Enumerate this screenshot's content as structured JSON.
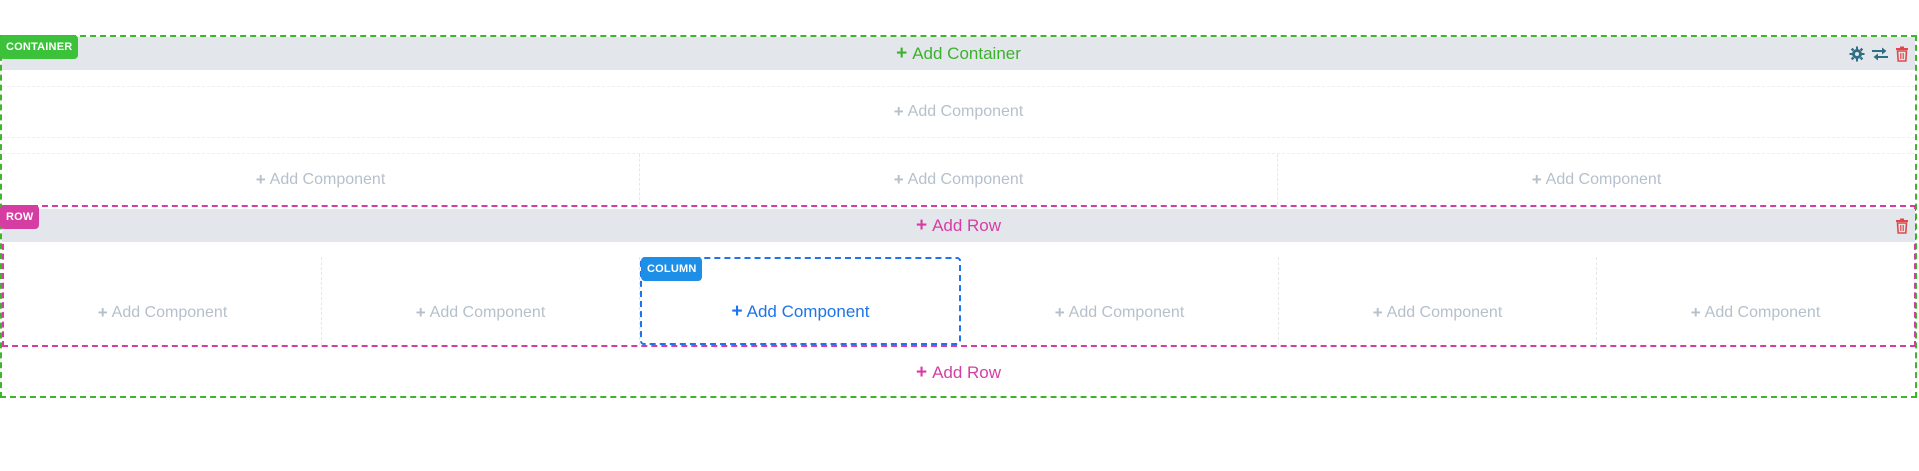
{
  "container": {
    "badge": "CONTAINER",
    "add_label": "Add Container",
    "icons": [
      "gear-icon",
      "swap-icon",
      "trash-icon"
    ]
  },
  "full_component": {
    "label": "Add Component"
  },
  "three_row": [
    "Add Component",
    "Add Component",
    "Add Component"
  ],
  "row": {
    "badge": "ROW",
    "add_label": "Add Row",
    "columns": [
      "Add Component",
      "Add Component",
      "Add Component",
      "Add Component",
      "Add Component",
      "Add Component"
    ],
    "active_column_badge": "COLUMN"
  },
  "bottom_add_row": "Add Row",
  "colors": {
    "container": "#3cc13b",
    "row": "#d63da2",
    "column": "#1e8fe6",
    "delete": "#e04848",
    "muted": "#b6c0cb"
  }
}
